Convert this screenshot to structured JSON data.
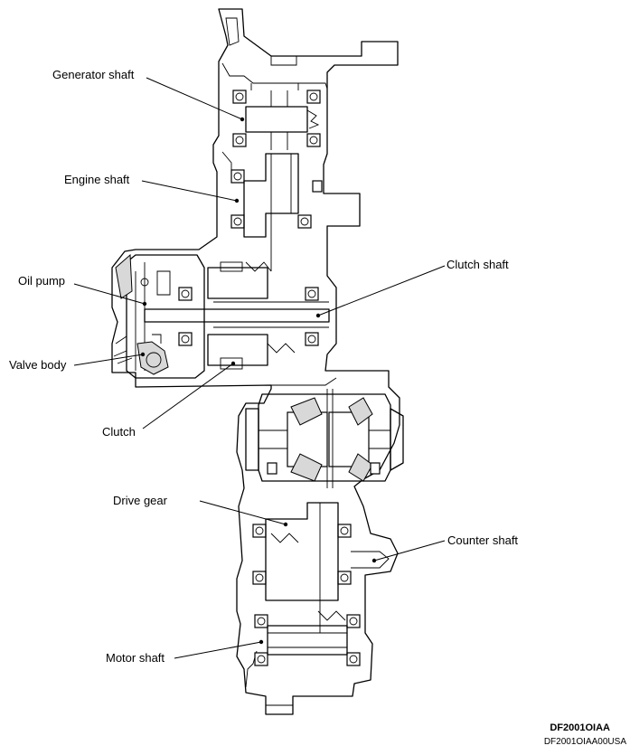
{
  "labels": {
    "generator_shaft": "Generator shaft",
    "engine_shaft": "Engine shaft",
    "oil_pump": "Oil pump",
    "valve_body": "Valve body",
    "clutch": "Clutch",
    "clutch_shaft": "Clutch shaft",
    "drive_gear": "Drive gear",
    "counter_shaft": "Counter shaft",
    "motor_shaft": "Motor shaft"
  },
  "figure_ref": {
    "code": "DF2001OIAA",
    "sub_code": "DF2001OIAA00USA"
  }
}
